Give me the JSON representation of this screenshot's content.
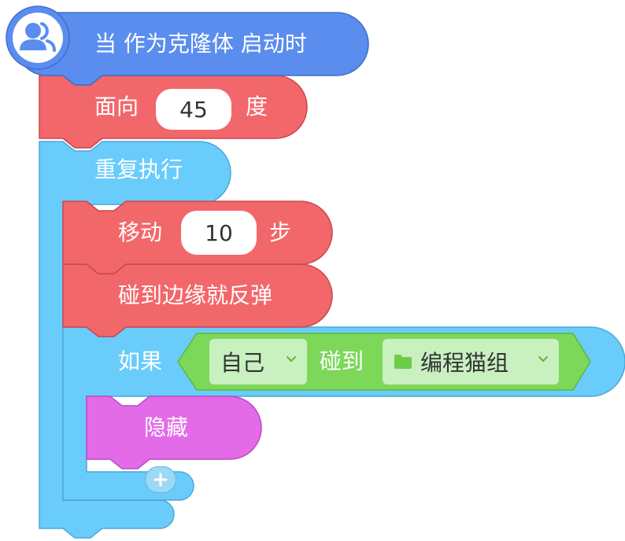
{
  "blocks": {
    "hat": {
      "label": "当 作为克隆体 启动时",
      "icon": "clone-users-icon",
      "color": "#5b8def"
    },
    "point_direction": {
      "prefix": "面向",
      "value": "45",
      "suffix": "度",
      "color": "#f2676a"
    },
    "repeat_forever": {
      "label": "重复执行",
      "color": "#69ccfb"
    },
    "move_steps": {
      "prefix": "移动",
      "value": "10",
      "suffix": "步",
      "color": "#f2676a"
    },
    "bounce": {
      "label": "碰到边缘就反弹",
      "color": "#f2676a"
    },
    "if_block": {
      "label": "如果",
      "condition": {
        "subject": "自己",
        "verb": "碰到",
        "target": "编程猫组",
        "target_icon": "folder-icon",
        "color": "#7dd85a"
      },
      "color": "#69ccfb"
    },
    "hide": {
      "label": "隐藏",
      "color": "#e36be8"
    },
    "add_slot": {
      "icon": "plus-icon"
    }
  }
}
